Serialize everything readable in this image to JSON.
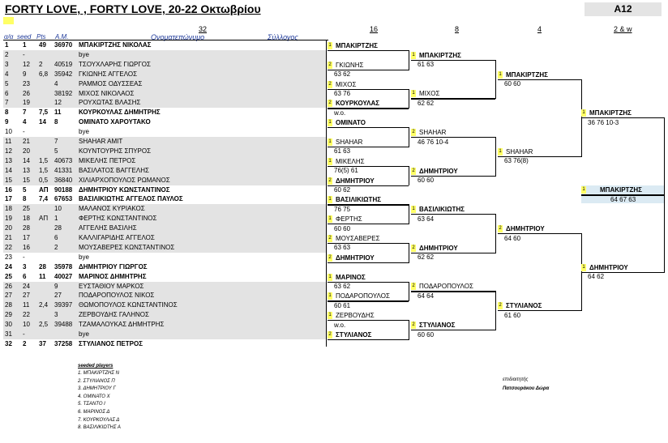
{
  "title": "FORTY LOVE, , FORTY LOVE, 20-22 Οκτωβρίου",
  "category": "A12",
  "headers": {
    "aa": "α/α",
    "seed": "seed",
    "pts": "Pts",
    "am": "A.M.",
    "name": "Ονοματεπώνυμο",
    "club": "Σύλλογος"
  },
  "rounds": [
    "32",
    "16",
    "8",
    "4",
    "2 & w"
  ],
  "players": [
    {
      "n": "1",
      "seed": "1",
      "pts": "49",
      "am": "36970",
      "name": "ΜΠΑΚΙΡΤΖΗΣ ΝΙΚΟΛΑΣ",
      "bold": true
    },
    {
      "n": "2",
      "seed": "-",
      "pts": "",
      "am": "",
      "name": "bye",
      "bold": false
    },
    {
      "n": "3",
      "seed": "12",
      "pts": "2",
      "am": "40519",
      "name": "ΤΣΟΥΧΛΑΡΗΣ ΓΙΩΡΓΟΣ",
      "bold": false
    },
    {
      "n": "4",
      "seed": "9",
      "pts": "6,8",
      "am": "35942",
      "name": "ΓΚΙΩΝΗΣ ΑΓΓΕΛΟΣ",
      "bold": false
    },
    {
      "n": "5",
      "seed": "23",
      "pts": "",
      "am": "4",
      "name": "ΡΑΜΜΟΣ ΟΔΥΣΣΕΑΣ",
      "bold": false
    },
    {
      "n": "6",
      "seed": "26",
      "pts": "",
      "am": "38192",
      "name": "ΜΙΧΟΣ ΝΙΚΟΛΑΟΣ",
      "bold": false
    },
    {
      "n": "7",
      "seed": "19",
      "pts": "",
      "am": "12",
      "name": "ΡΟΥΧΩΤΑΣ ΒΛΑΣΗΣ",
      "bold": false
    },
    {
      "n": "8",
      "seed": "7",
      "pts": "7,5",
      "am": "11",
      "name": "ΚΟΥΡΚΟΥΛΑΣ ΔΗΜΗΤΡΗΣ",
      "bold": true
    },
    {
      "n": "9",
      "seed": "4",
      "pts": "14",
      "am": "8",
      "name": "ΟΜΙΝΑΤΟ ΧΑΡΟΥΤΑΚΟ",
      "bold": true
    },
    {
      "n": "10",
      "seed": "-",
      "pts": "",
      "am": "",
      "name": "bye",
      "bold": false
    },
    {
      "n": "11",
      "seed": "21",
      "pts": "",
      "am": "7",
      "name": "SHAHAR AMIT",
      "bold": false
    },
    {
      "n": "12",
      "seed": "20",
      "pts": "",
      "am": "5",
      "name": "ΚΟΥΝΤΟΥΡΗΣ ΣΠΥΡΟΣ",
      "bold": false
    },
    {
      "n": "13",
      "seed": "14",
      "pts": "1,5",
      "am": "40673",
      "name": "ΜΙΚΕΛΗΣ ΠΕΤΡΟΣ",
      "bold": false
    },
    {
      "n": "14",
      "seed": "13",
      "pts": "1,5",
      "am": "41331",
      "name": "ΒΑΣΙΛΑΤΟΣ ΒΑΓΓΕΛΗΣ",
      "bold": false
    },
    {
      "n": "15",
      "seed": "15",
      "pts": "0,5",
      "am": "36840",
      "name": "ΧΙΛΙΑΡΧΟΠΟΥΛΟΣ ΡΩΜΑΝΟΣ",
      "bold": false
    },
    {
      "n": "16",
      "seed": "5",
      "pts": "ΑΠ",
      "am": "90188",
      "name": "ΔΗΜΗΤΡΙΟΥ ΚΩΝΣΤΑΝΤΙΝΟΣ",
      "bold": true
    },
    {
      "n": "17",
      "seed": "8",
      "pts": "7,4",
      "am": "67653",
      "name": "ΒΑΣΙΛΙΚΙΩΤΗΣ ΑΓΓΕΛΟΣ ΠΑΥΛΟΣ",
      "bold": true
    },
    {
      "n": "18",
      "seed": "25",
      "pts": "",
      "am": "10",
      "name": "ΜΑΛΑΝΟΣ ΚΥΡΙΑΚΟΣ",
      "bold": false
    },
    {
      "n": "19",
      "seed": "18",
      "pts": "ΑΠ",
      "am": "1",
      "name": "ΦΕΡΤΗΣ ΚΩΝΣΤΑΝΤΙΝΟΣ",
      "bold": false
    },
    {
      "n": "20",
      "seed": "28",
      "pts": "",
      "am": "28",
      "name": "ΑΓΓΕΛΗΣ ΒΑΣΙΛΗΣ",
      "bold": false
    },
    {
      "n": "21",
      "seed": "17",
      "pts": "",
      "am": "6",
      "name": "ΚΑΛΛΙΓΑΡΙΔΗΣ ΑΓΓΕΛΟΣ",
      "bold": false
    },
    {
      "n": "22",
      "seed": "16",
      "pts": "",
      "am": "2",
      "name": "ΜΟΥΣΑΒΕΡΕΣ ΚΩΝΣΤΑΝΤΙΝΟΣ",
      "bold": false
    },
    {
      "n": "23",
      "seed": "-",
      "pts": "",
      "am": "",
      "name": "bye",
      "bold": false
    },
    {
      "n": "24",
      "seed": "3",
      "pts": "28",
      "am": "35978",
      "name": "ΔΗΜΗΤΡΙΟΥ ΓΙΩΡΓΟΣ",
      "bold": true
    },
    {
      "n": "25",
      "seed": "6",
      "pts": "11",
      "am": "40027",
      "name": "ΜΑΡΙΝΟΣ ΔΗΜΗΤΡΗΣ",
      "bold": true
    },
    {
      "n": "26",
      "seed": "24",
      "pts": "",
      "am": "9",
      "name": "ΕΥΣΤΑΘΙΟΥ ΜΑΡΚΟΣ",
      "bold": false
    },
    {
      "n": "27",
      "seed": "27",
      "pts": "",
      "am": "27",
      "name": "ΠΟΔΑΡΟΠΟΥΛΟΣ ΝΙΚΟΣ",
      "bold": false
    },
    {
      "n": "28",
      "seed": "11",
      "pts": "2,4",
      "am": "39397",
      "name": "ΘΩΜΟΠΟΥΛΟΣ ΚΩΝΣΤΑΝΤΙΝΟΣ",
      "bold": false
    },
    {
      "n": "29",
      "seed": "22",
      "pts": "",
      "am": "3",
      "name": "ΖΕΡΒΟΥΔΗΣ ΓΑΛΗΝΟΣ",
      "bold": false
    },
    {
      "n": "30",
      "seed": "10",
      "pts": "2,5",
      "am": "39488",
      "name": "ΤΖΑΜΑΛΟΥΚΑΣ ΔΗΜΗΤΡΗΣ",
      "bold": false
    },
    {
      "n": "31",
      "seed": "-",
      "pts": "",
      "am": "",
      "name": "bye",
      "bold": false
    },
    {
      "n": "32",
      "seed": "2",
      "pts": "37",
      "am": "37258",
      "name": "ΣΤΥΛΙΑΝΟΣ ΠΕΤΡΟΣ",
      "bold": true
    }
  ],
  "r16": [
    {
      "pos": "1",
      "name": "ΜΠΑΚΙΡΤΖΗΣ",
      "score": "",
      "bold": true
    },
    {
      "pos": "2",
      "name": "ΓΚΙΩΝΗΣ",
      "score": "63 62",
      "bold": false
    },
    {
      "pos": "2",
      "name": "ΜΙΧΟΣ",
      "score": "63 76",
      "bold": false
    },
    {
      "pos": "2",
      "name": "ΚΟΥΡΚΟΥΛΑΣ",
      "score": "w.o.",
      "bold": true
    },
    {
      "pos": "1",
      "name": "ΟΜΙΝΑΤΟ",
      "score": "",
      "bold": true
    },
    {
      "pos": "1",
      "name": "SHAHAR",
      "score": "61 63",
      "bold": false
    },
    {
      "pos": "1",
      "name": "ΜΙΚΕΛΗΣ",
      "score": "76(5) 61",
      "bold": false
    },
    {
      "pos": "2",
      "name": "ΔΗΜΗΤΡΙΟΥ",
      "score": "60 62",
      "bold": true
    },
    {
      "pos": "1",
      "name": "ΒΑΣΙΛΙΚΙΩΤΗΣ",
      "score": "76 75",
      "bold": true
    },
    {
      "pos": "1",
      "name": "ΦΕΡΤΗΣ",
      "score": "60 60",
      "bold": false
    },
    {
      "pos": "2",
      "name": "ΜΟΥΣΑΒΕΡΕΣ",
      "score": "63 63",
      "bold": false
    },
    {
      "pos": "2",
      "name": "ΔΗΜΗΤΡΙΟΥ",
      "score": "",
      "bold": true
    },
    {
      "pos": "1",
      "name": "ΜΑΡΙΝΟΣ",
      "score": "63 62",
      "bold": true
    },
    {
      "pos": "1",
      "name": "ΠΟΔΑΡΟΠΟΥΛΟΣ",
      "score": "60 61",
      "bold": false
    },
    {
      "pos": "1",
      "name": "ΖΕΡΒΟΥΔΗΣ",
      "score": "w.o.",
      "bold": false
    },
    {
      "pos": "2",
      "name": "ΣΤΥΛΙΑΝΟΣ",
      "score": "",
      "bold": true
    }
  ],
  "r8": [
    {
      "pos": "1",
      "name": "ΜΠΑΚΙΡΤΖΗΣ",
      "score": "61 63",
      "bold": true
    },
    {
      "pos": "1",
      "name": "ΜΙΧΟΣ",
      "score": "62 62",
      "bold": false
    },
    {
      "pos": "2",
      "name": "SHAHAR",
      "score": "46 76 10-4",
      "bold": false
    },
    {
      "pos": "2",
      "name": "ΔΗΜΗΤΡΙΟΥ",
      "score": "60 60",
      "bold": true
    },
    {
      "pos": "1",
      "name": "ΒΑΣΙΛΙΚΙΩΤΗΣ",
      "score": "63 64",
      "bold": true
    },
    {
      "pos": "2",
      "name": "ΔΗΜΗΤΡΙΟΥ",
      "score": "62 62",
      "bold": true
    },
    {
      "pos": "2",
      "name": "ΠΟΔΑΡΟΠΟΥΛΟΣ",
      "score": "64 64",
      "bold": false
    },
    {
      "pos": "2",
      "name": "ΣΤΥΛΙΑΝΟΣ",
      "score": "60 60",
      "bold": true
    }
  ],
  "r4": [
    {
      "pos": "1",
      "name": "ΜΠΑΚΙΡΤΖΗΣ",
      "score": "60 60",
      "bold": true
    },
    {
      "pos": "1",
      "name": "SHAHAR",
      "score": "63 76(8)",
      "bold": false
    },
    {
      "pos": "2",
      "name": "ΔΗΜΗΤΡΙΟΥ",
      "score": "64 60",
      "bold": true
    },
    {
      "pos": "2",
      "name": "ΣΤΥΛΙΑΝΟΣ",
      "score": "61 60",
      "bold": true
    }
  ],
  "r2": [
    {
      "pos": "1",
      "name": "ΜΠΑΚΙΡΤΖΗΣ",
      "score": "36 76 10-3",
      "bold": true
    },
    {
      "pos": "1",
      "name": "ΔΗΜΗΤΡΙΟΥ",
      "score": "64 62",
      "bold": true
    }
  ],
  "winner": {
    "pos": "1",
    "name": "ΜΠΑΚΙΡΤΖΗΣ",
    "score": "64 67 63"
  },
  "seeded": {
    "title": "seeded players",
    "items": [
      "1. ΜΠΑΚΙΡΤΖΗΣ Ν",
      "2. ΣΤΥΛΙΑΝΟΣ Π",
      "3. ΔΗΜΗΤΡΙΟΥ Γ",
      "4. ΟΜΙΝΑΤΟ Χ",
      "5. ΤΣΑΝΤΟ Ι",
      "6. ΜΑΡΙΝΟΣ Δ",
      "7. ΚΟΥΡΚΟΥΛΑΣ Δ",
      "8. ΒΑΣΙΛΙΚΙΩΤΗΣ Α"
    ]
  },
  "referee": {
    "label": "επιδιαιτητής",
    "name": "Πατσουράκου Δώρα"
  }
}
